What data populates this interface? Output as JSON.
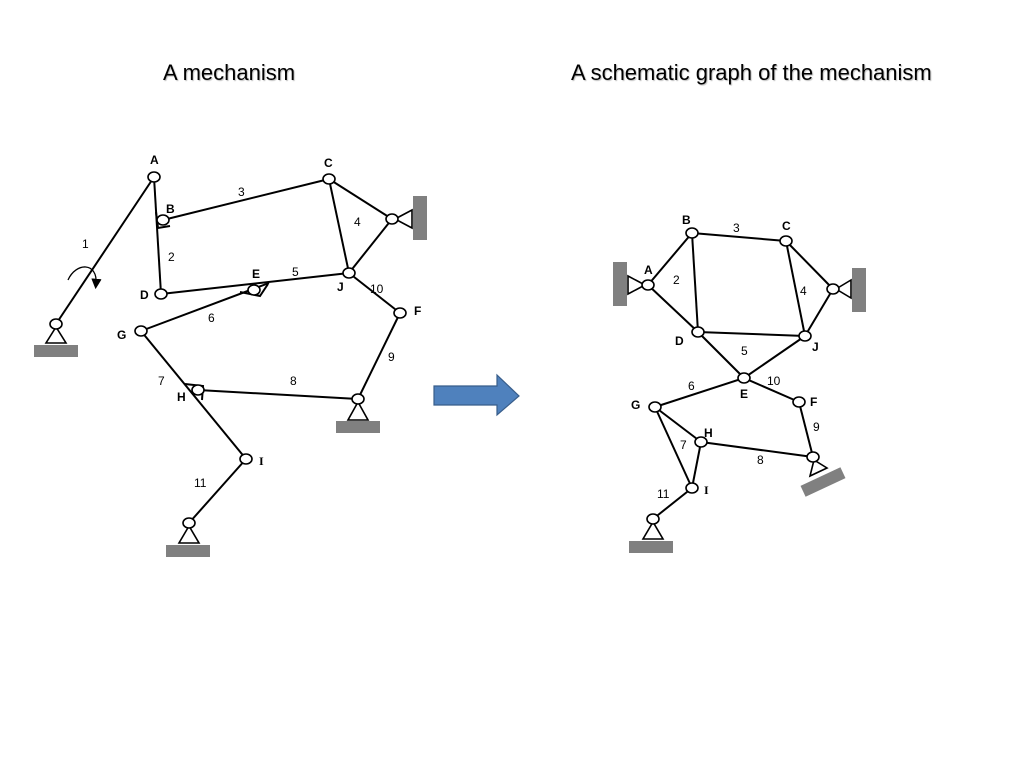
{
  "titles": {
    "left": "A mechanism",
    "right": "A schematic graph of the mechanism"
  },
  "joint_labels": {
    "A": "A",
    "B": "B",
    "C": "C",
    "D": "D",
    "E": "E",
    "F": "F",
    "G": "G",
    "H": "H",
    "I": "I",
    "J": "J"
  },
  "link_labels": {
    "l1": "1",
    "l2": "2",
    "l3": "3",
    "l4": "4",
    "l5": "5",
    "l6": "6",
    "l7": "7",
    "l8": "8",
    "l9": "9",
    "l10": "10",
    "l11": "11"
  },
  "colors": {
    "arrow_fill": "#4f81bd",
    "arrow_stroke": "#385d8a",
    "ground": "#808080"
  },
  "icons": {
    "arrow": "right-arrow-icon",
    "input_rotation": "curved-arrow-icon"
  }
}
